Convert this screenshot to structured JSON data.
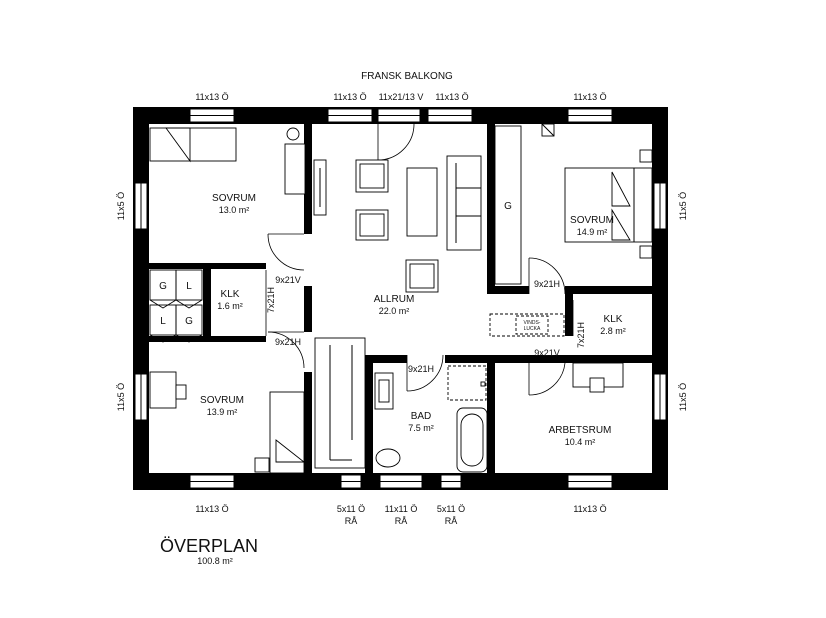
{
  "balcony_label": "FRANSK BALKONG",
  "title": "ÖVERPLAN",
  "total_area": "100.8 m²",
  "rooms": {
    "sovrum_nw": {
      "name": "SOVRUM",
      "area": "13.0 m²"
    },
    "sovrum_ne": {
      "name": "SOVRUM",
      "area": "14.9 m²"
    },
    "sovrum_sw": {
      "name": "SOVRUM",
      "area": "13.9 m²"
    },
    "allrum": {
      "name": "ALLRUM",
      "area": "22.0 m²"
    },
    "klk_w": {
      "name": "KLK",
      "area": "1.6 m²"
    },
    "klk_e": {
      "name": "KLK",
      "area": "2.8 m²"
    },
    "bad": {
      "name": "BAD",
      "area": "7.5 m²"
    },
    "arbetsrum": {
      "name": "ARBETSRUM",
      "area": "10.4 m²"
    }
  },
  "windows": {
    "top_1": "11x13 Ö",
    "top_2": "11x13 Ö",
    "top_door": "11x21/13 V",
    "top_3": "11x13 Ö",
    "top_4": "11x13 Ö",
    "left_1": "11x5 Ö",
    "left_2": "11x5 Ö",
    "right_1": "11x5 Ö",
    "right_2": "11x5 Ö",
    "bottom_1": "11x13 Ö",
    "bottom_2_line1": "5x11 Ö",
    "bottom_2_line2": "RÅ",
    "bottom_3_line1": "11x11 Ö",
    "bottom_3_line2": "RÅ",
    "bottom_4_line1": "5x11 Ö",
    "bottom_4_line2": "RÅ",
    "bottom_5": "11x13 Ö"
  },
  "doors": {
    "d1": "9x21V",
    "d2": "7x21H",
    "d3": "9x21H",
    "d4": "9x21H",
    "d5": "9x21H",
    "d6": "9x21V",
    "d7": "7x21H"
  },
  "closet_labels": {
    "g1": "G",
    "l1": "L",
    "l2": "L",
    "g2": "G",
    "g3": "G"
  },
  "hatch_label": "VINDS-\nLUCKA"
}
